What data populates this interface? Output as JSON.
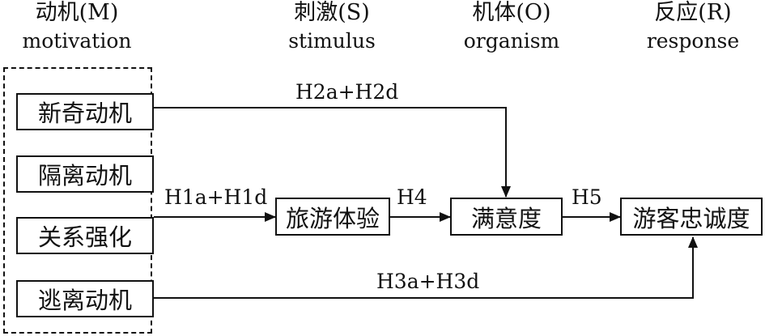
{
  "headers": {
    "motivation": {
      "zh": "动机(M)",
      "en": "motivation"
    },
    "stimulus": {
      "zh": "刺激(S)",
      "en": "stimulus"
    },
    "organism": {
      "zh": "机体(O)",
      "en": "organism"
    },
    "response": {
      "zh": "反应(R)",
      "en": "response"
    }
  },
  "motivations": [
    "新奇动机",
    "隔离动机",
    "关系强化",
    "逃离动机"
  ],
  "nodes": {
    "experience": "旅游体验",
    "satisfaction": "满意度",
    "loyalty": "游客忠诚度"
  },
  "paths": {
    "h2": "H2a+H2d",
    "h1": "H1a+H1d",
    "h4": "H4",
    "h5": "H5",
    "h3": "H3a+H3d"
  }
}
